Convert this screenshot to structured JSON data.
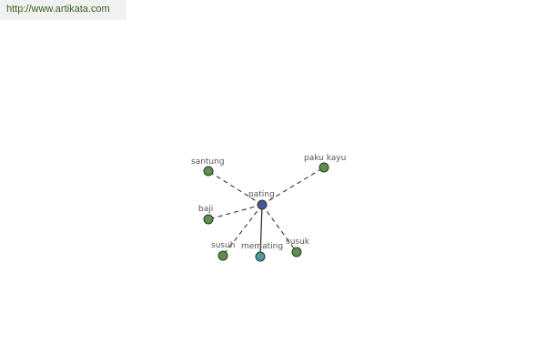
{
  "header": {
    "url": "http://www.artikata.com"
  },
  "colors": {
    "center_node": "#44559a",
    "synonym_node": "#5f8d4e",
    "derivative_node": "#4a9aa0",
    "node_stroke": "#2b3a22",
    "dashed_edge": "#222222",
    "solid_edge": "#222222"
  },
  "graph": {
    "center": {
      "label": "pating"
    },
    "nodes": [
      {
        "id": "santung",
        "label": "santung",
        "kind": "synonym"
      },
      {
        "id": "paku-kayu",
        "label": "paku kayu",
        "kind": "synonym"
      },
      {
        "id": "baji",
        "label": "baji",
        "kind": "synonym"
      },
      {
        "id": "susuh",
        "label": "susuh",
        "kind": "synonym"
      },
      {
        "id": "memating",
        "label": "memating",
        "kind": "derivative"
      },
      {
        "id": "susuk",
        "label": "susuk",
        "kind": "synonym"
      }
    ]
  }
}
